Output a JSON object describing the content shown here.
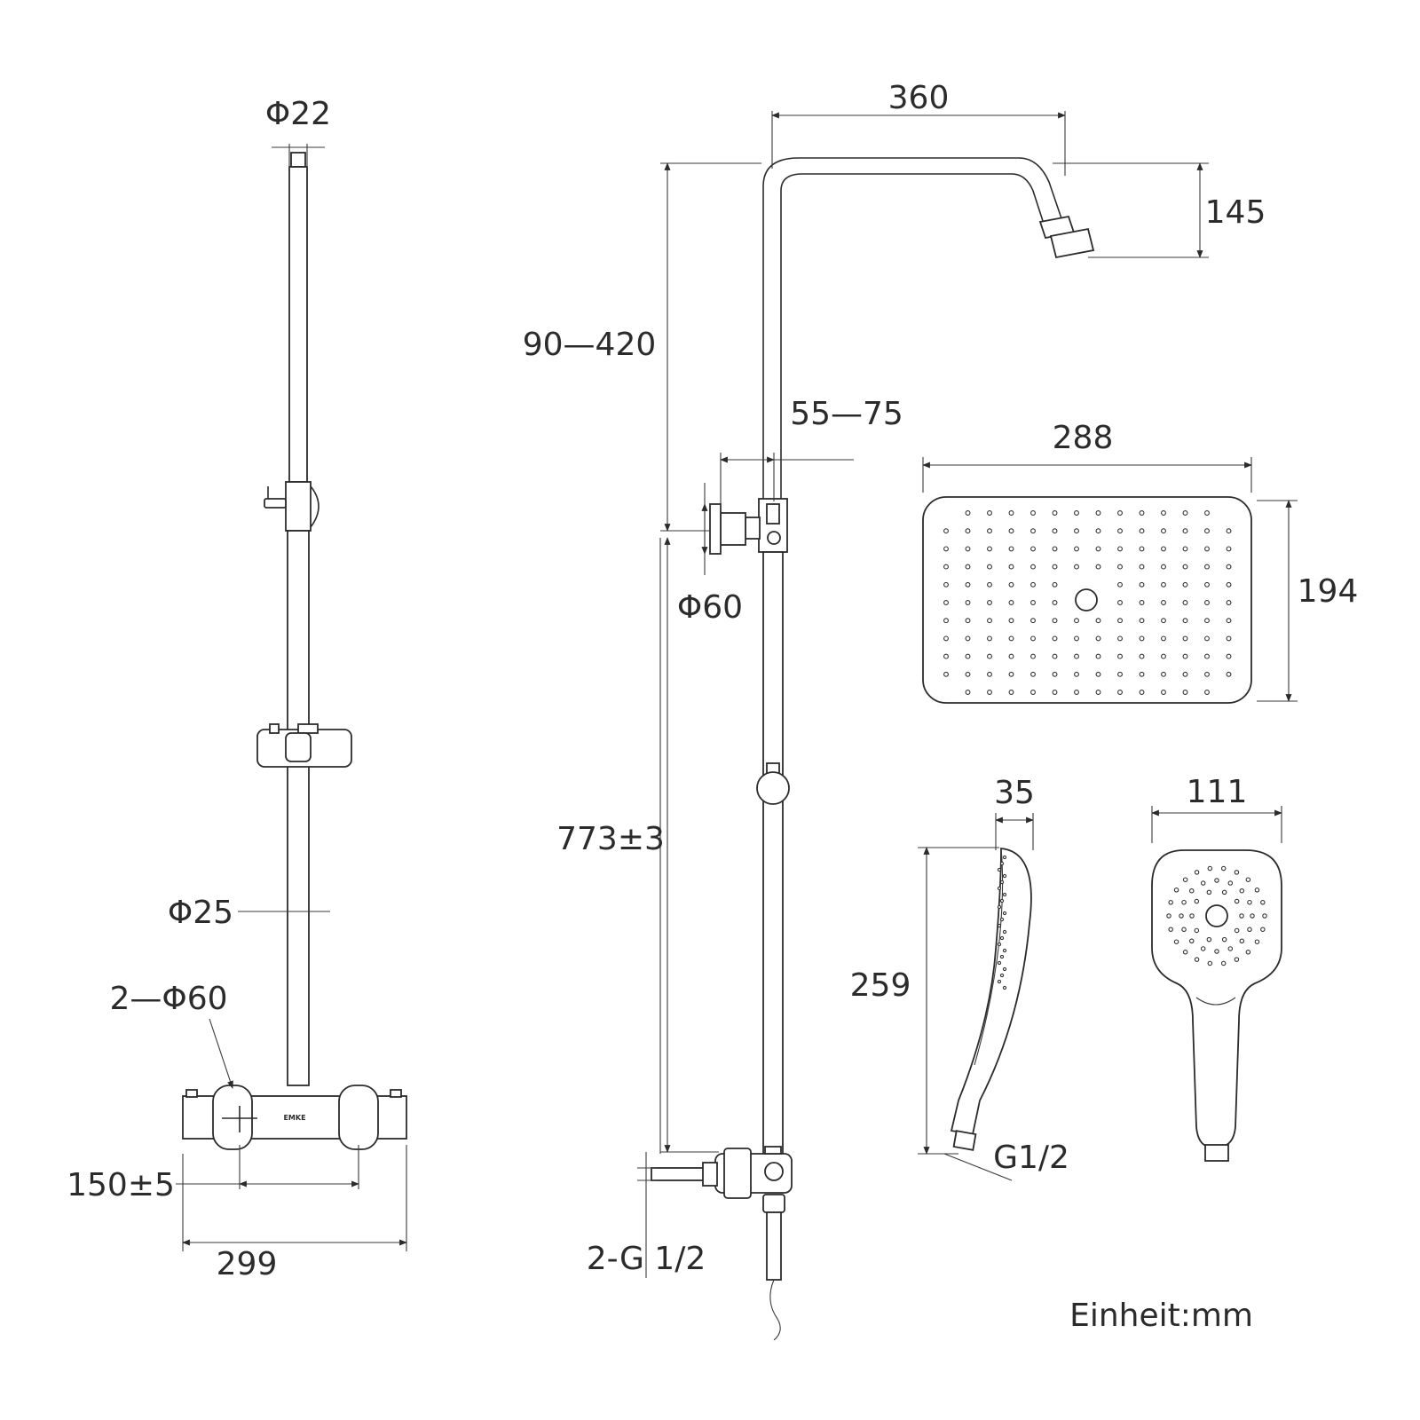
{
  "dimensions": {
    "rail_diameter_top": "Φ22",
    "rail_diameter_lower": "Φ25",
    "mixer_knobs": "2—Φ60",
    "inlet_centers": "150±5",
    "mixer_width": "299",
    "arm_length": "360",
    "arm_drop": "145",
    "height_adjust": "90—420",
    "wall_offset": "55—75",
    "bracket_diameter": "Φ60",
    "rail_length": "773±3",
    "inlet_thread": "2-G 1/2",
    "head_width": "288",
    "head_depth": "194",
    "hand_thickness": "35",
    "hand_length": "259",
    "hand_thread": "G1/2",
    "hand_width": "111"
  },
  "brand_mark": "EMKE",
  "unit_note": "Einheit:mm"
}
